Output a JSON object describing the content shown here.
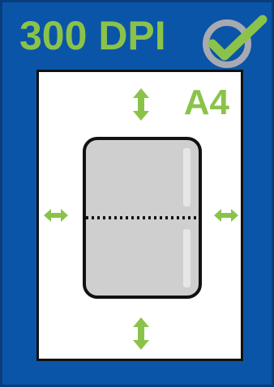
{
  "resolution_label": "300 DPI",
  "paper_size_label": "A4",
  "icons": {
    "status": "checkmark-circle-icon",
    "vertical_margin": "vertical-double-arrow-icon",
    "horizontal_margin": "horizontal-double-arrow-icon",
    "fold_line": "dotted-fold-line",
    "card": "card-placeholder"
  },
  "colors": {
    "background": "#0b55a8",
    "accent": "#8bc34a",
    "sheet": "#ffffff",
    "card": "#cfcfcf",
    "badge_ring": "#a7aab0"
  }
}
